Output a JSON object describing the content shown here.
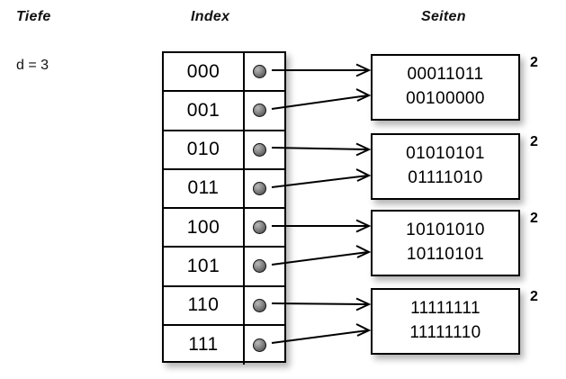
{
  "headings": {
    "depth": "Tiefe",
    "index": "Index",
    "pages": "Seiten"
  },
  "depth": {
    "label": "d = 3",
    "value": 3
  },
  "index_table": {
    "rows": [
      {
        "key": "000",
        "pointer_icon": "bullet-icon",
        "target_page": 0
      },
      {
        "key": "001",
        "pointer_icon": "bullet-icon",
        "target_page": 0
      },
      {
        "key": "010",
        "pointer_icon": "bullet-icon",
        "target_page": 1
      },
      {
        "key": "011",
        "pointer_icon": "bullet-icon",
        "target_page": 1
      },
      {
        "key": "100",
        "pointer_icon": "bullet-icon",
        "target_page": 2
      },
      {
        "key": "101",
        "pointer_icon": "bullet-icon",
        "target_page": 2
      },
      {
        "key": "110",
        "pointer_icon": "bullet-icon",
        "target_page": 3
      },
      {
        "key": "111",
        "pointer_icon": "bullet-icon",
        "target_page": 3
      }
    ]
  },
  "pages": [
    {
      "lines": [
        "00011011",
        "00100000"
      ],
      "count": "2"
    },
    {
      "lines": [
        "01010101",
        "01111010"
      ],
      "count": "2"
    },
    {
      "lines": [
        "10101010",
        "10110101"
      ],
      "count": "2"
    },
    {
      "lines": [
        "11111111",
        "11111110"
      ],
      "count": "2"
    }
  ],
  "colors": {
    "background": "#ffffff",
    "stroke": "#000000",
    "bullet": "#6e6e6e",
    "shadow": "rgba(0,0,0,0.30)"
  }
}
